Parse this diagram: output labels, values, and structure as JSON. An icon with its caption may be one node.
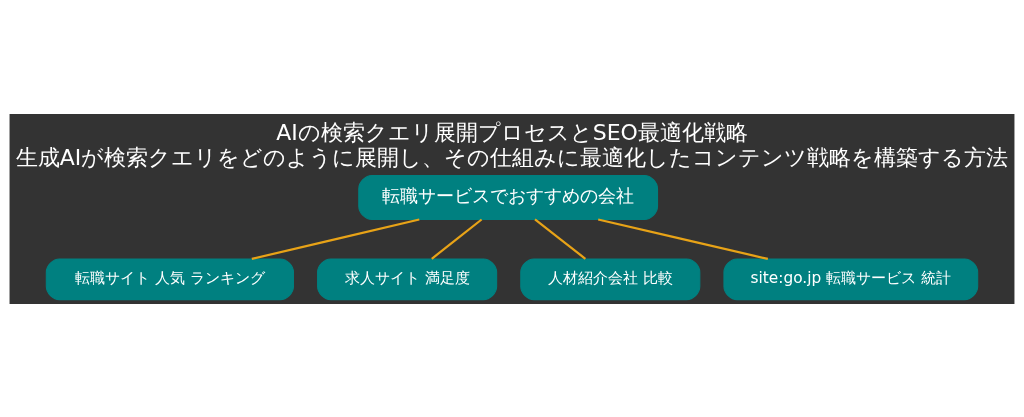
{
  "diagram": {
    "title": "AIの検索クエリ展開プロセスとSEO最適化戦略",
    "caption": "生成AIが検索クエリをどのように展開し、その仕組みに最適化したコンテンツ戦略を構築する方法",
    "nodes": [
      {
        "text": [
          "転職サービスでおすすめの会社"
        ]
      },
      {
        "text": [
          "転職サイト 人気 ランキング"
        ]
      },
      {
        "text": [
          "求人サイト 満足度"
        ]
      },
      {
        "text": [
          "人材紹介会社 比較"
        ]
      },
      {
        "text": [
          "site:go.jp 転職サービス 統計"
        ]
      }
    ],
    "edges": [
      {
        "from": 0,
        "to": 1,
        "arrow": "none"
      },
      {
        "from": 0,
        "to": 2,
        "arrow": "none"
      },
      {
        "from": 0,
        "to": 3,
        "arrow": "none"
      },
      {
        "from": 0,
        "to": 4,
        "arrow": "none"
      }
    ]
  }
}
